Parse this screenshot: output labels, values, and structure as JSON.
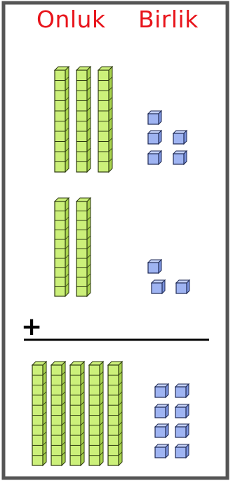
{
  "headers": {
    "tens": "Onluk",
    "ones": "Birlik"
  },
  "operator": "+",
  "colors": {
    "frame": "#555555",
    "header": "#e8141b",
    "rod_fill": "#ccf07a",
    "rod_side": "#a9d44e",
    "rod_stroke": "#2d3a10",
    "cube_fill": "#9fb4f2",
    "cube_top": "#c4d1f7",
    "cube_side": "#7b93de",
    "cube_stroke": "#1f2a55",
    "line": "#000000"
  },
  "rows": [
    {
      "name": "first-addend",
      "tens": 3,
      "ones": 5
    },
    {
      "name": "second-addend",
      "tens": 2,
      "ones": 3
    },
    {
      "name": "sum",
      "tens": 5,
      "ones": 8
    }
  ]
}
